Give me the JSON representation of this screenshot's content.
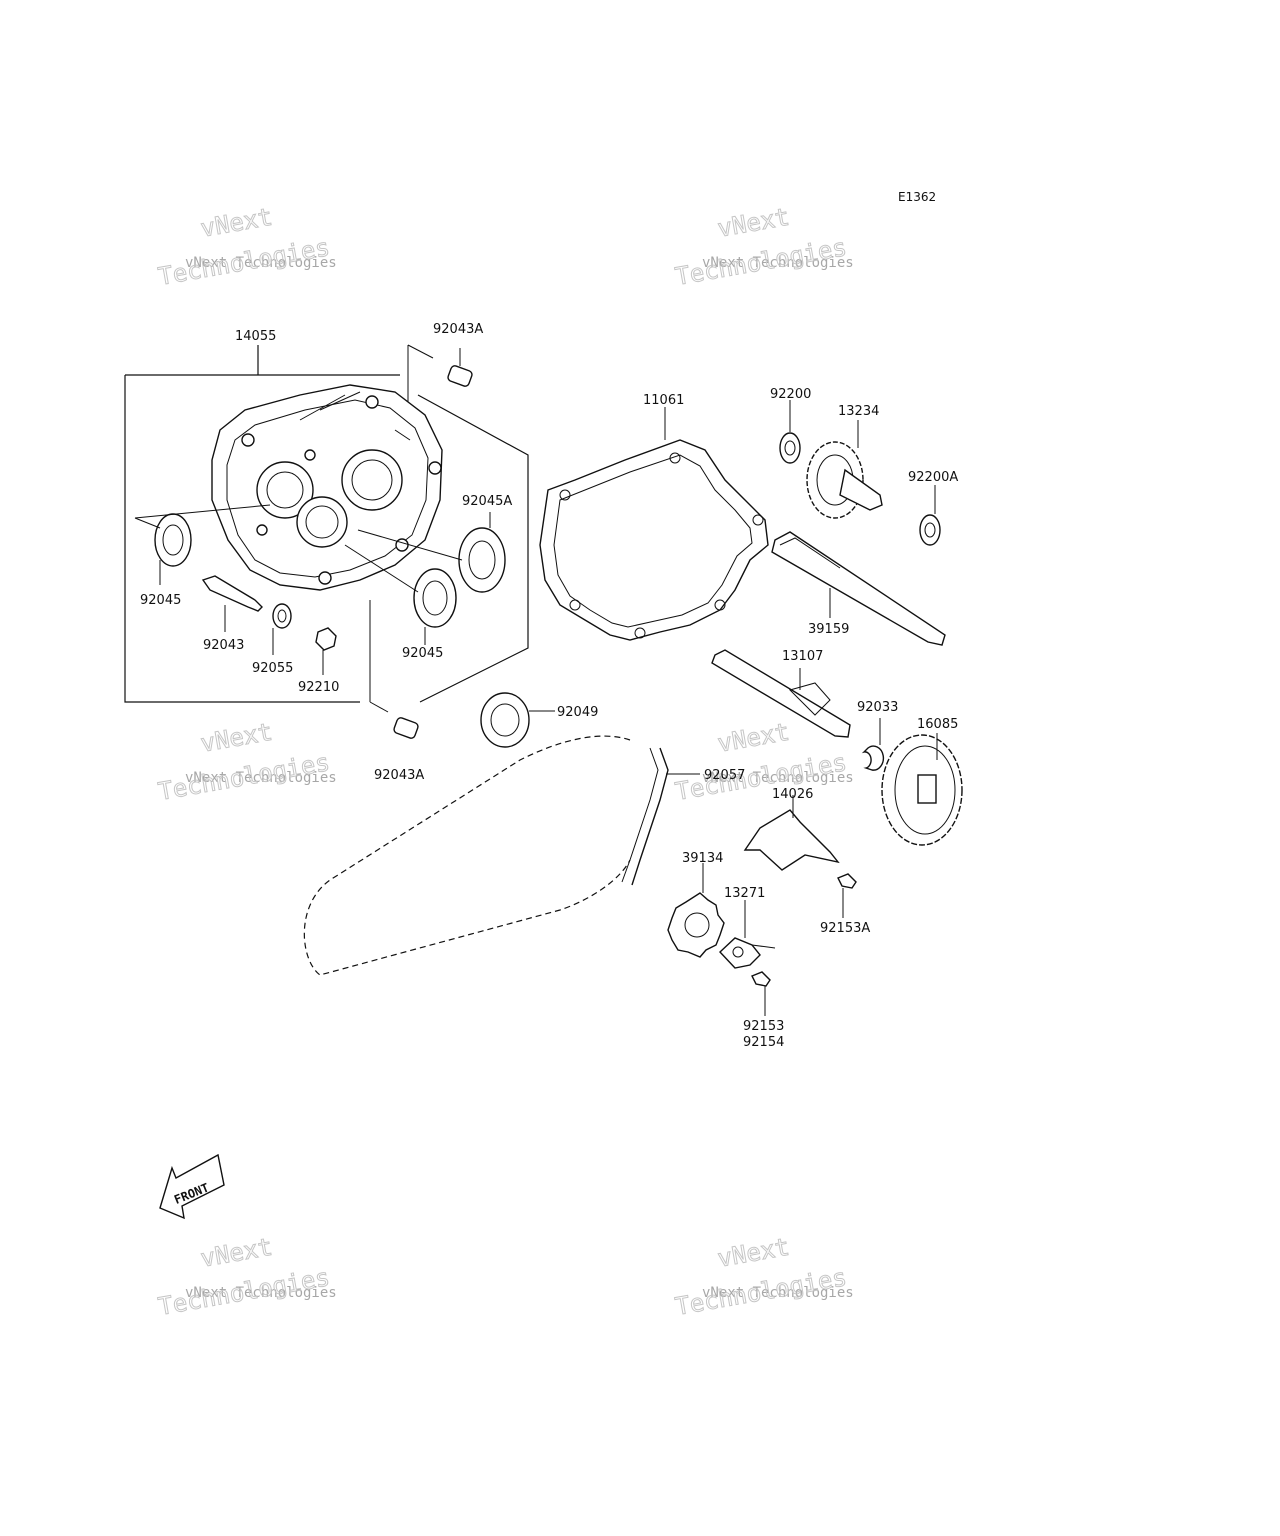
{
  "diagram_code": "E1362",
  "watermark": {
    "line1": "vNext",
    "line2": "vNext Technologies",
    "line3": "Technologies"
  },
  "front_marker": "FRONT",
  "part_numbers": {
    "p14055": "14055",
    "p92043A_top": "92043A",
    "p92043A_bottom": "92043A",
    "p11061": "11061",
    "p92200": "92200",
    "p13234": "13234",
    "p92200A": "92200A",
    "p92045A": "92045A",
    "p92045_left": "92045",
    "p92045_right": "92045",
    "p92043": "92043",
    "p92055": "92055",
    "p92210": "92210",
    "p39159": "39159",
    "p13107": "13107",
    "p92049": "92049",
    "p92033": "92033",
    "p16085": "16085",
    "p92057": "92057",
    "p14026": "14026",
    "p39134": "39134",
    "p13271": "13271",
    "p92153A": "92153A",
    "p92153": "92153",
    "p92154": "92154"
  }
}
